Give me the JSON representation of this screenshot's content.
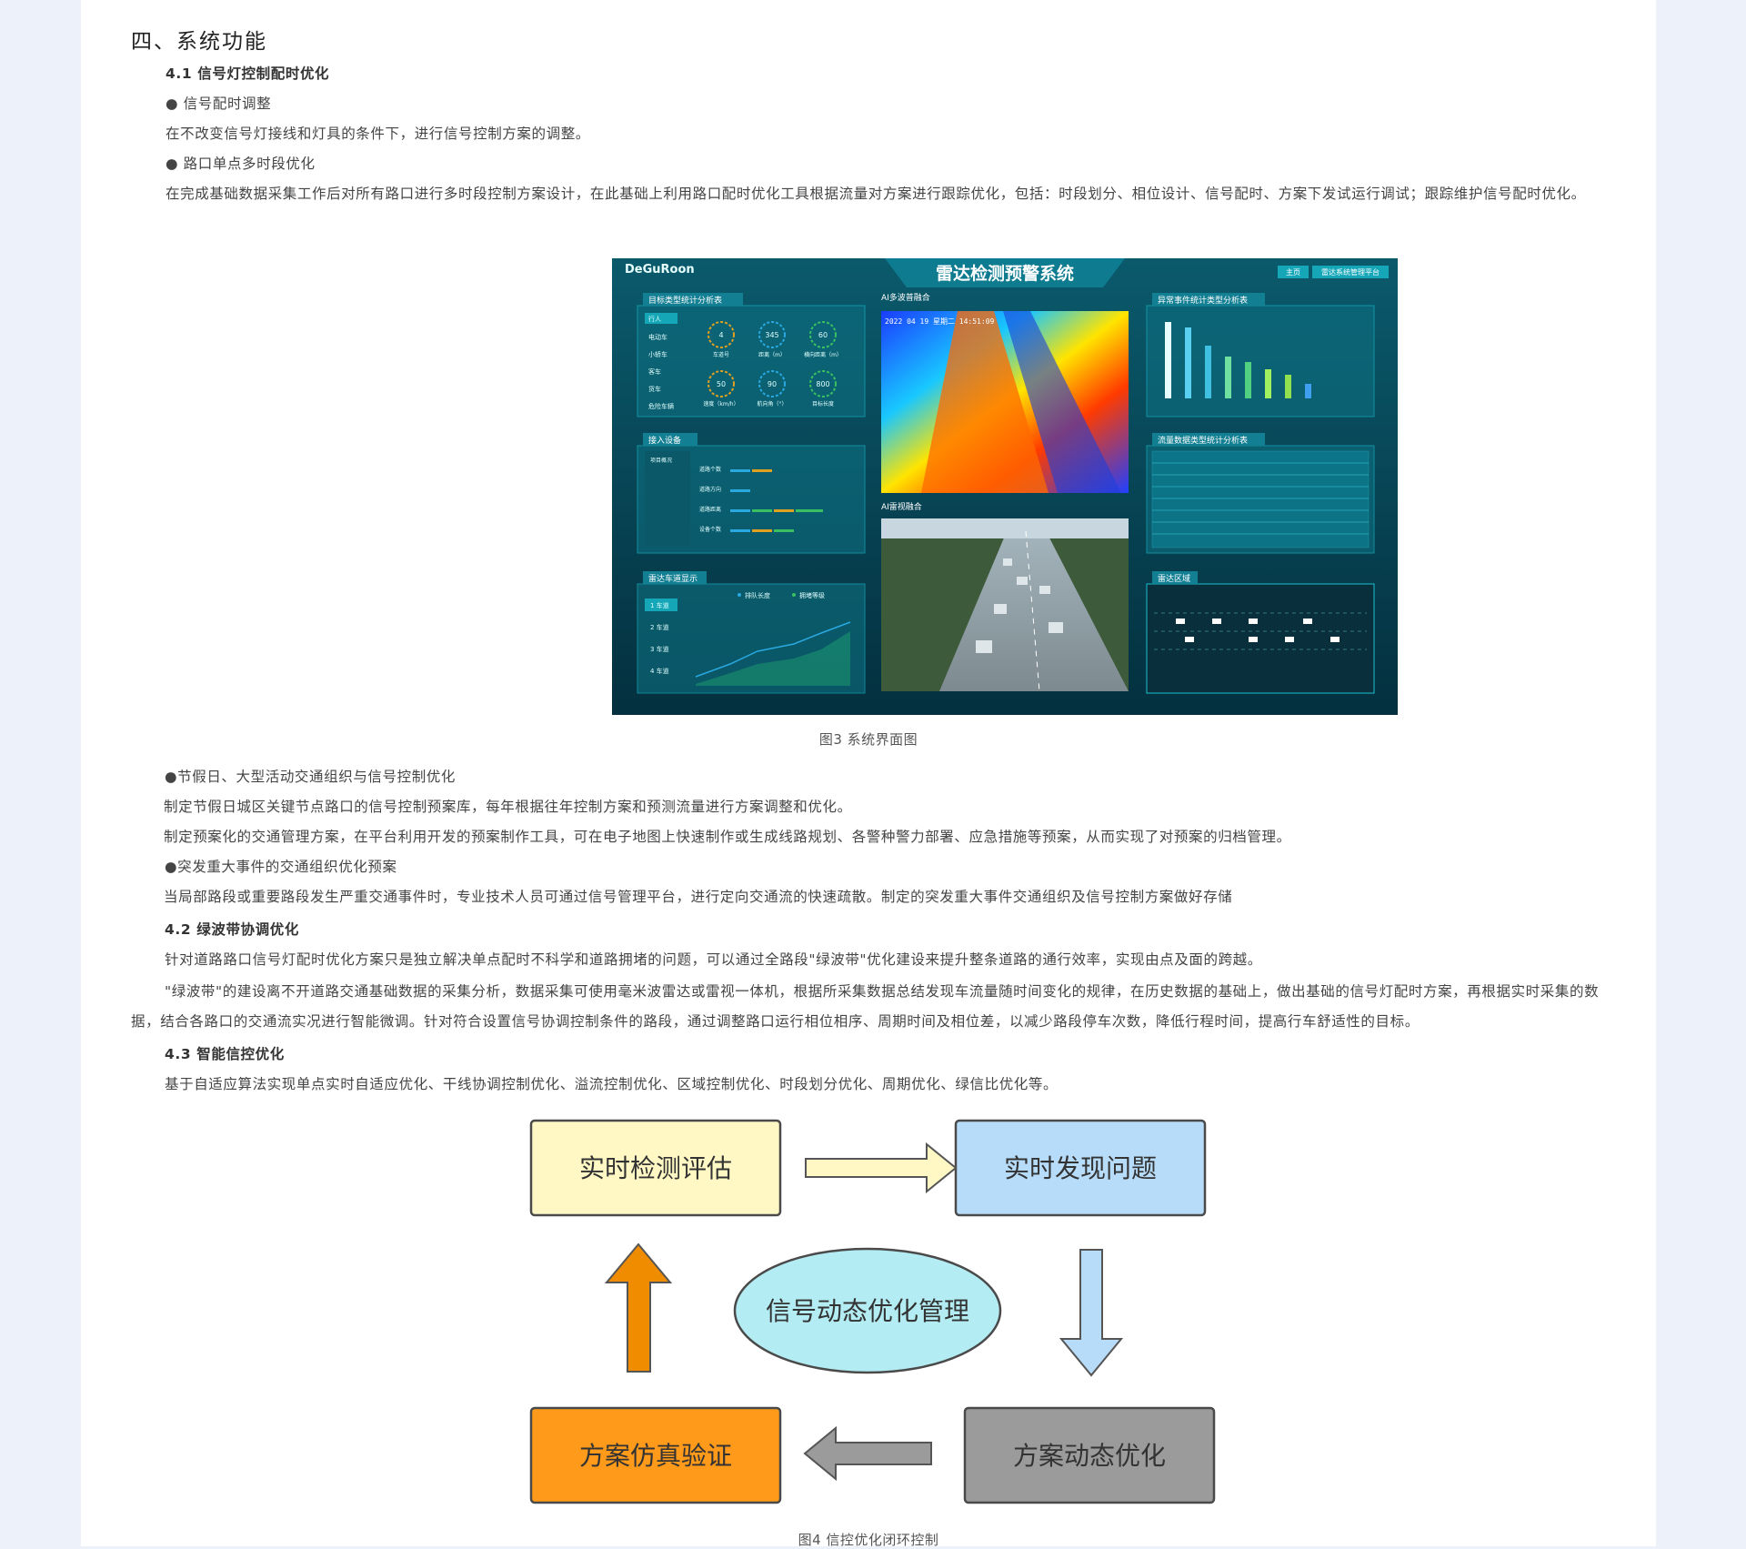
{
  "heading": "四、系统功能",
  "s41": {
    "title": "4.1  信号灯控制配时优化",
    "b1": "● 信号配时调整",
    "p1": "在不改变信号灯接线和灯具的条件下，进行信号控制方案的调整。",
    "b2": "● 路口单点多时段优化",
    "p2": "在完成基础数据采集工作后对所有路口进行多时段控制方案设计，在此基础上利用路口配时优化工具根据流量对方案进行跟踪优化，包括：时段划分、相位设计、信号配时、方案下发试运行调试；跟踪维护信号配时优化。"
  },
  "fig3": {
    "caption": "图3 系统界面图",
    "logo": "DeGuRoon",
    "title": "雷达检测预警系统",
    "btn_home": "主页",
    "btn_platform": "雷达系统管理平台",
    "panel_target": "目标类型统计分析表",
    "target_types": [
      "行人",
      "电动车",
      "小轿车",
      "客车",
      "货车",
      "危险车辆"
    ],
    "gauges": [
      {
        "value": "4",
        "label": "车道号"
      },
      {
        "value": "345",
        "label": "距离（m）"
      },
      {
        "value": "60",
        "label": "横向距离（m）"
      },
      {
        "value": "50",
        "label": "速度（km/h）"
      },
      {
        "value": "90",
        "label": "航向角（°）"
      },
      {
        "value": "800",
        "label": "目标长度"
      }
    ],
    "panel_access": "接入设备",
    "access_sub": "项目概况",
    "access_rows": [
      "道路个数",
      "道路方向",
      "道路距离",
      "设备个数"
    ],
    "panel_lane": "雷达车道显示",
    "lanes": [
      "1 车道",
      "2 车道",
      "3 车道",
      "4 车道"
    ],
    "legend": [
      "排队长度",
      "拥堵等级"
    ],
    "panel_ai1": "AI多波普融合",
    "timestamp": "2022 04 19 星期二 14:51:09",
    "panel_ai2": "AI雷视融合",
    "panel_abnormal": "异常事件统计类型分析表",
    "panel_flow": "流量数据类型统计分析表",
    "panel_radar": "雷达区域"
  },
  "holiday": {
    "b": "●节假日、大型活动交通组织与信号控制优化",
    "p1": "制定节假日城区关键节点路口的信号控制预案库，每年根据往年控制方案和预测流量进行方案调整和优化。",
    "p2": "制定预案化的交通管理方案，在平台利用开发的预案制作工具，可在电子地图上快速制作或生成线路规划、各警种警力部署、应急措施等预案，从而实现了对预案的归档管理。",
    "b2": "●突发重大事件的交通组织优化预案",
    "p3": "当局部路段或重要路段发生严重交通事件时，专业技术人员可通过信号管理平台，进行定向交通流的快速疏散。制定的突发重大事件交通组织及信号控制方案做好存储"
  },
  "s42": {
    "title": "4.2  绿波带协调优化",
    "p1": "针对道路路口信号灯配时优化方案只是独立解决单点配时不科学和道路拥堵的问题，可以通过全路段\"绿波带\"优化建设来提升整条道路的通行效率，实现由点及面的跨越。",
    "p2": "\"绿波带\"的建设离不开道路交通基础数据的采集分析，数据采集可使用毫米波雷达或雷视一体机，根据所采集数据总结发现车流量随时间变化的规律，在历史数据的基础上，做出基础的信号灯配时方案，再根据实时采集的数据，结合各路口的交通流实况进行智能微调。针对符合设置信号协调控制条件的路段，通过调整路口运行相位相序、周期时间及相位差，以减少路段停车次数，降低行程时间，提高行车舒适性的目标。"
  },
  "s43": {
    "title": "4.3  智能信控优化",
    "p1": "基于自适应算法实现单点实时自适应优化、干线协调控制优化、溢流控制优化、区域控制优化、时段划分优化、周期优化、绿信比优化等。"
  },
  "fig4": {
    "caption": "图4  信控优化闭环控制",
    "n1": "实时检测评估",
    "n2": "实时发现问题",
    "center": "信号动态优化管理",
    "n3": "方案仿真验证",
    "n4": "方案动态优化",
    "colors": {
      "n1": "#fff8c4",
      "n2": "#b7dcfa",
      "center": "#b3ecf2",
      "n3": "#ff9a1a",
      "n4": "#9b9b9b",
      "arrow_up": "#f08c00",
      "arrow_down": "#b7dcfa"
    }
  }
}
